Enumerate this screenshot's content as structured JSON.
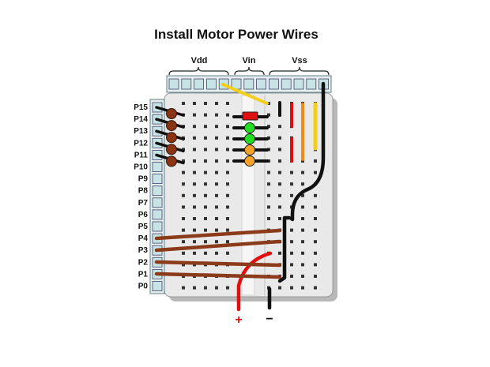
{
  "title": "Install Motor Power Wires",
  "headers": {
    "vdd": "Vdd",
    "vin": "Vin",
    "vss": "Vss"
  },
  "pins": [
    "P15",
    "P14",
    "P13",
    "P12",
    "P11",
    "P10",
    "P9",
    "P8",
    "P7",
    "P6",
    "P5",
    "P4",
    "P3",
    "P2",
    "P1",
    "P0"
  ],
  "terminals": {
    "plus": "+",
    "minus": "−"
  },
  "colors": {
    "board": "#e9e9e9",
    "header_socket": "#c8e3e6",
    "red_wire": "#e01010",
    "black_wire": "#111111",
    "brown_wire": "#8b3a1a",
    "yellow_wire": "#f3cf1d",
    "orange_wire": "#f08c14",
    "led_red": "#dd1111",
    "led_green": "#22dd22",
    "led_orange": "#f3a12a",
    "resistor_brown": "#8a3414"
  }
}
